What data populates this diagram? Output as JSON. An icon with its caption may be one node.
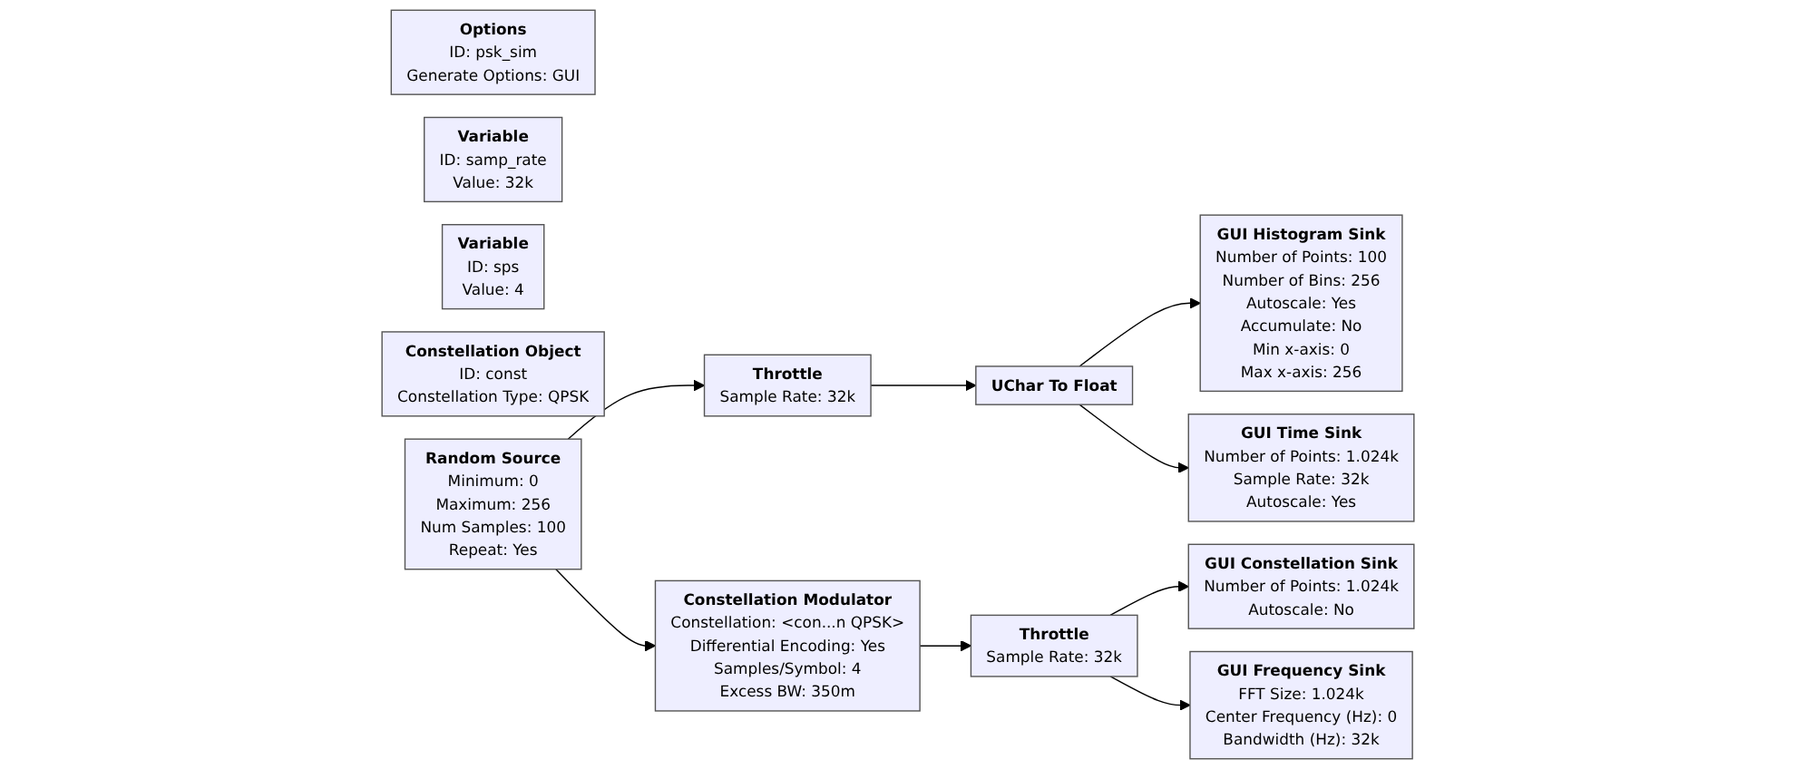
{
  "diagram": {
    "nodes": [
      {
        "text": [
          "Options",
          "ID: psk_sim",
          "Generate Options: GUI"
        ]
      },
      {
        "text": [
          "Variable",
          "ID: samp_rate",
          "Value: 32k"
        ]
      },
      {
        "text": [
          "Variable",
          "ID: sps",
          "Value: 4"
        ]
      },
      {
        "text": [
          "Random Source",
          "Minimum: 0",
          "Maximum: 256",
          "Num Samples: 100",
          "Repeat: Yes"
        ]
      },
      {
        "text": [
          "Throttle",
          "Sample Rate: 32k"
        ]
      },
      {
        "text": [
          "UChar To Float"
        ]
      },
      {
        "text": [
          "GUI Histogram Sink",
          "Number of Points: 100",
          "Number of Bins: 256",
          "Autoscale: Yes",
          "Accumulate: No",
          "Min x-axis: 0",
          "Max x-axis: 256"
        ]
      },
      {
        "text": [
          "GUI Time Sink",
          "Number of Points: 1.024k",
          "Sample Rate: 32k",
          "Autoscale: Yes"
        ]
      },
      {
        "text": [
          "Constellation Modulator",
          "Constellation: <con...n QPSK>",
          "Differential Encoding: Yes",
          "Samples/Symbol: 4",
          "Excess BW: 350m"
        ]
      },
      {
        "text": [
          "Throttle",
          "Sample Rate: 32k"
        ]
      },
      {
        "text": [
          "GUI Constellation Sink",
          "Number of Points: 1.024k",
          "Autoscale: No"
        ]
      },
      {
        "text": [
          "GUI Frequency Sink",
          "FFT Size: 1.024k",
          "Center Frequency (Hz): 0",
          "Bandwidth (Hz): 32k"
        ]
      },
      {
        "text": [
          "Constellation Object",
          "ID: const",
          "Constellation Type: QPSK"
        ]
      }
    ],
    "edges": [
      {
        "from": 3,
        "to": 4,
        "arrow": "to"
      },
      {
        "from": 4,
        "to": 5,
        "arrow": "to"
      },
      {
        "from": 5,
        "to": 6,
        "arrow": "to"
      },
      {
        "from": 5,
        "to": 7,
        "arrow": "to"
      },
      {
        "from": 3,
        "to": 8,
        "arrow": "to"
      },
      {
        "from": 8,
        "to": 9,
        "arrow": "to"
      },
      {
        "from": 9,
        "to": 10,
        "arrow": "to"
      },
      {
        "from": 9,
        "to": 11,
        "arrow": "to"
      }
    ]
  }
}
